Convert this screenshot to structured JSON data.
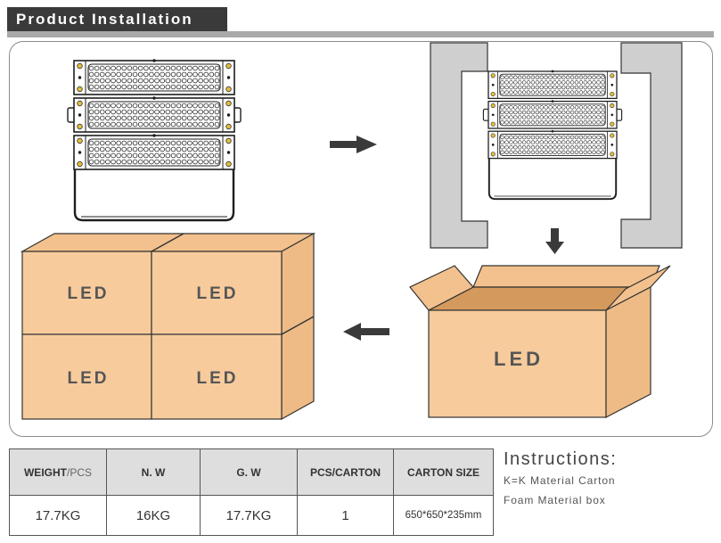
{
  "header": {
    "title": "Product Installation"
  },
  "diagram": {
    "carton_labels": [
      "LED",
      "LED",
      "LED",
      "LED"
    ],
    "open_box_label": "LED",
    "step_icons": [
      "arrow-right-icon",
      "arrow-down-icon",
      "arrow-left-icon"
    ]
  },
  "table": {
    "headers": [
      {
        "strong": "WEIGHT",
        "light": "/PCS"
      },
      {
        "strong": "N. W"
      },
      {
        "strong": "G. W"
      },
      {
        "strong": "PCS/CARTON"
      },
      {
        "strong": "CARTON SIZE"
      }
    ],
    "rows": [
      [
        "17.7KG",
        "16KG",
        "17.7KG",
        "1",
        "650*650*235mm"
      ]
    ]
  },
  "instructions": {
    "title": "Instructions:",
    "lines": [
      "K=K Material Carton",
      "Foam Material box"
    ]
  },
  "colors": {
    "header_bg": "#3a3a3a",
    "header_rule": "#a9a9a9",
    "foam": "#cfcfcf",
    "arrow": "#3a3a3a",
    "carton_front": "#f7cb9c",
    "carton_side": "#eebb86",
    "carton_top": "#f3c18d",
    "carton_interior": "#d49a5d",
    "screw": "#e3be3c",
    "table_header_bg": "#dedede"
  }
}
